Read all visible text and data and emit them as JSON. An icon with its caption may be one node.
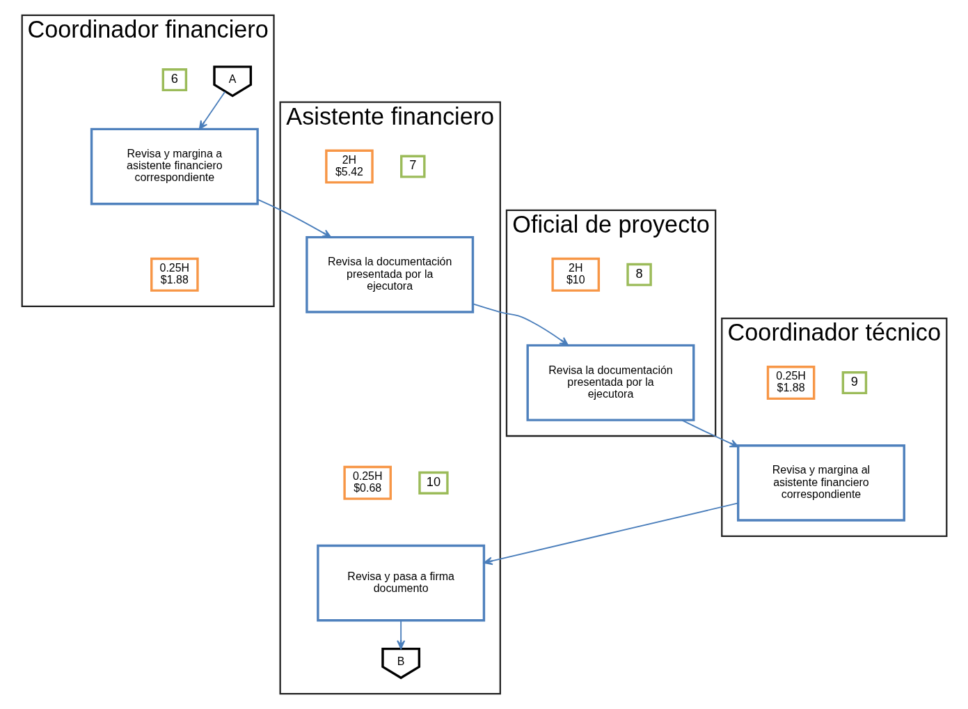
{
  "diagram": {
    "nodes": [
      {
        "text": [
          "Coordinador financiero"
        ]
      },
      {
        "text": [
          "A"
        ],
        "in": 0
      },
      {
        "text": [
          "6"
        ],
        "in": 0
      },
      {
        "text": [
          "Revisa y margina a asistente financiero correspondiente"
        ],
        "in": 0
      },
      {
        "text": [
          "0.25H",
          "$1.88"
        ],
        "in": 0
      },
      {
        "text": [
          "Asistente financiero"
        ]
      },
      {
        "text": [
          "7"
        ],
        "in": 5
      },
      {
        "text": [
          "2H",
          "$5.42"
        ],
        "in": 5
      },
      {
        "text": [
          "Revisa la documentación presentada por la ejecutora"
        ],
        "in": 5
      },
      {
        "text": [
          "10"
        ],
        "in": 5
      },
      {
        "text": [
          "0.25H",
          "$0.68"
        ],
        "in": 5
      },
      {
        "text": [
          "Revisa y pasa a firma documento"
        ],
        "in": 5
      },
      {
        "text": [
          "B"
        ],
        "in": 5
      },
      {
        "text": [
          "Oficial de proyecto"
        ]
      },
      {
        "text": [
          "8"
        ],
        "in": 13
      },
      {
        "text": [
          "2H",
          "$10"
        ],
        "in": 13
      },
      {
        "text": [
          "Revisa la documentación presentada por la ejecutora"
        ],
        "in": 13
      },
      {
        "text": [
          "Coordinador técnico"
        ]
      },
      {
        "text": [
          "9"
        ],
        "in": 17
      },
      {
        "text": [
          "0.25H",
          "$1.88"
        ],
        "in": 17
      },
      {
        "text": [
          "Revisa y margina al asistente financiero correspondiente"
        ],
        "in": 17
      }
    ],
    "edges": [
      {
        "from": 1,
        "to": 3,
        "arrow": "to"
      },
      {
        "from": 3,
        "to": 8,
        "arrow": "to"
      },
      {
        "from": 8,
        "to": 16,
        "arrow": "to"
      },
      {
        "from": 16,
        "to": 20,
        "arrow": "to"
      },
      {
        "from": 20,
        "to": 11,
        "arrow": "to"
      },
      {
        "from": 11,
        "to": 12,
        "arrow": "to"
      }
    ]
  }
}
